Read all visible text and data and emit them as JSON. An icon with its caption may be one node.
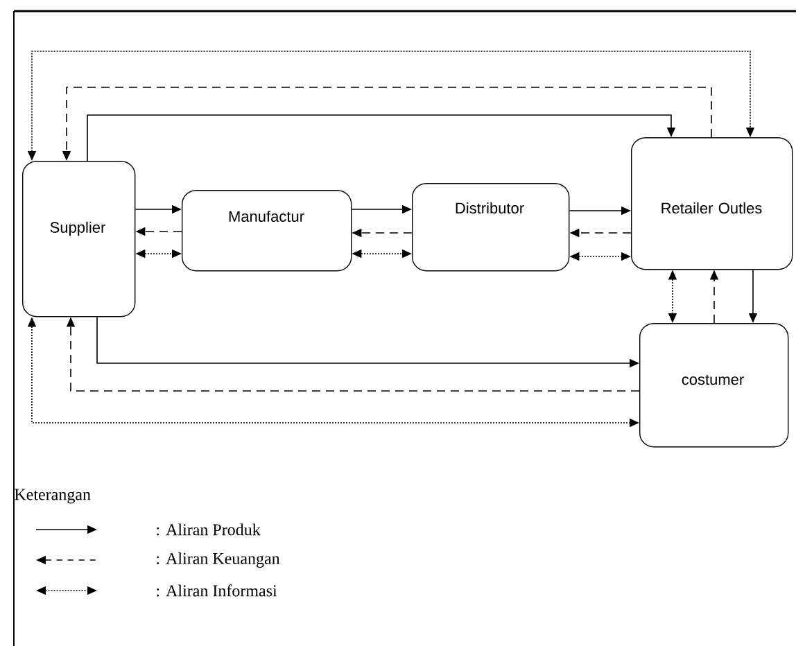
{
  "diagram": {
    "nodes": [
      {
        "text": [
          "Supplier"
        ]
      },
      {
        "text": [
          "Manufactur"
        ]
      },
      {
        "text": [
          "Distributor"
        ]
      },
      {
        "text": [
          "Retailer Outles"
        ]
      },
      {
        "text": [
          "costumer"
        ]
      }
    ],
    "edges": [
      {
        "from": 0,
        "to": 1,
        "arrow": "to"
      },
      {
        "from": 1,
        "to": 0,
        "arrow": "to",
        "style": "dashed"
      },
      {
        "from": 0,
        "to": 1,
        "arrow": "both",
        "style": "dashed"
      },
      {
        "from": 1,
        "to": 2,
        "arrow": "to"
      },
      {
        "from": 2,
        "to": 1,
        "arrow": "to",
        "style": "dashed"
      },
      {
        "from": 1,
        "to": 2,
        "arrow": "both",
        "style": "dashed"
      },
      {
        "from": 2,
        "to": 3,
        "arrow": "to"
      },
      {
        "from": 3,
        "to": 2,
        "arrow": "to",
        "style": "dashed"
      },
      {
        "from": 2,
        "to": 3,
        "arrow": "both",
        "style": "dashed"
      },
      {
        "from": 0,
        "to": 3,
        "arrow": "to"
      },
      {
        "from": 3,
        "to": 0,
        "arrow": "to",
        "style": "dashed"
      },
      {
        "from": 0,
        "to": 3,
        "arrow": "both",
        "style": "dashed"
      },
      {
        "from": 3,
        "to": 4,
        "arrow": "to"
      },
      {
        "from": 4,
        "to": 3,
        "arrow": "to",
        "style": "dashed"
      },
      {
        "from": 3,
        "to": 4,
        "arrow": "both",
        "style": "dashed"
      },
      {
        "from": 0,
        "to": 4,
        "arrow": "to"
      },
      {
        "from": 4,
        "to": 0,
        "arrow": "to",
        "style": "dashed"
      },
      {
        "from": 0,
        "to": 4,
        "arrow": "both",
        "style": "dashed"
      }
    ],
    "labels": [
      "Keterangan"
    ],
    "legend": [
      {
        "text": ": Aliran Produk"
      },
      {
        "text": ": Aliran Keuangan"
      },
      {
        "text": ": Aliran Informasi"
      }
    ]
  }
}
